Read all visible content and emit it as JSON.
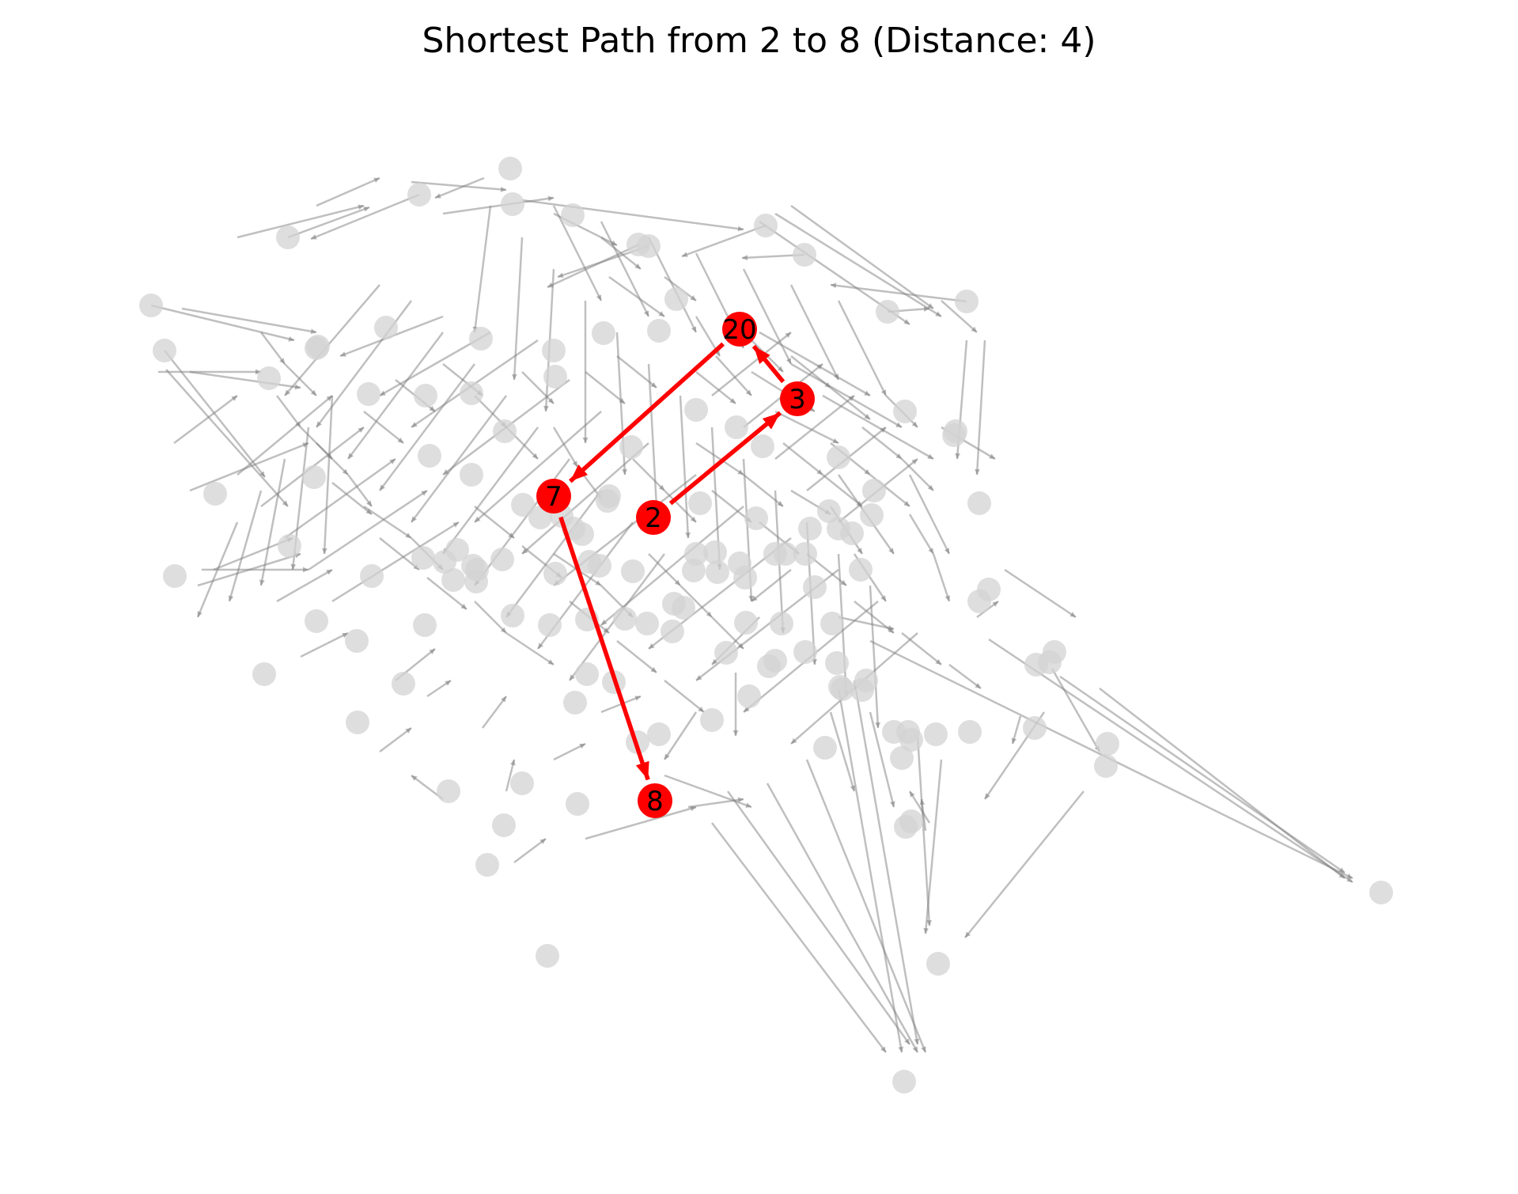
{
  "title": "Shortest Path from 2 to 8 (Distance: 4)",
  "colors": {
    "background_node": "#d3d3d3",
    "background_edge": "#808080",
    "path_node": "#ff0000",
    "path_edge": "#ff0000"
  },
  "path": {
    "source": "2",
    "target": "8",
    "distance": 4,
    "nodes": [
      "2",
      "3",
      "20",
      "7",
      "8"
    ],
    "edges": [
      [
        "2",
        "3"
      ],
      [
        "3",
        "20"
      ],
      [
        "20",
        "7"
      ],
      [
        "7",
        "8"
      ]
    ]
  }
}
